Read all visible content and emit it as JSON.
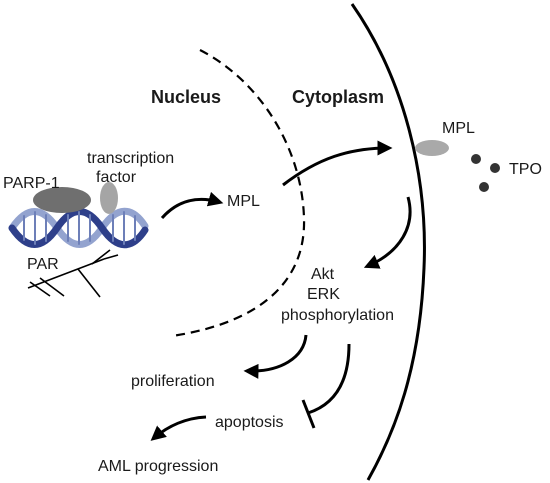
{
  "compartments": {
    "nucleus": "Nucleus",
    "cytoplasm": "Cytoplasm"
  },
  "labels": {
    "parp1": "PARP-1",
    "tf_line1": "transcription",
    "tf_line2": "factor",
    "par": "PAR",
    "mpl_nucleus": "MPL",
    "mpl_membrane": "MPL",
    "tpo": "TPO",
    "akt": "Akt",
    "erk": "ERK",
    "phosphorylation": "phosphorylation",
    "proliferation": "proliferation",
    "apoptosis": "apoptosis",
    "aml": "AML progression"
  },
  "colors": {
    "ink": "#000000",
    "parp1_fill": "#6f6f6f",
    "tf_fill": "#a5a5a5",
    "mpl_receptor_fill": "#a9a9a9",
    "tpo_dot": "#333333",
    "dna_dark": "#2e3f8a",
    "dna_light": "#93a3cf"
  }
}
